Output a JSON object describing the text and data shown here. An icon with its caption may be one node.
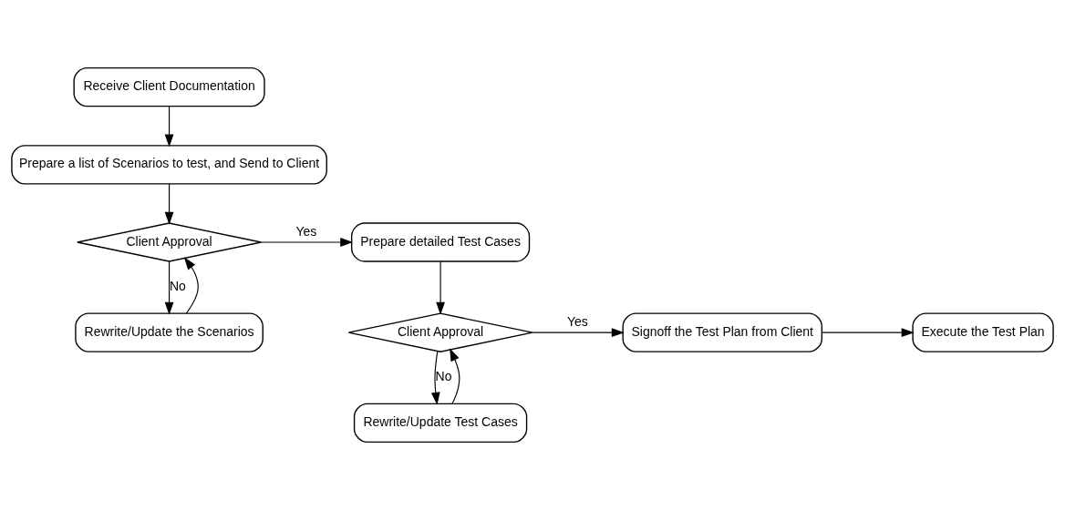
{
  "diagram": {
    "nodes": [
      {
        "text": [
          "Receive Client Documentation"
        ]
      },
      {
        "text": [
          "Prepare a list of Scenarios to test, and Send to Client"
        ]
      },
      {
        "text": [
          "Client Approval"
        ]
      },
      {
        "text": [
          "Rewrite/Update the Scenarios"
        ]
      },
      {
        "text": [
          "Prepare detailed Test Cases"
        ]
      },
      {
        "text": [
          "Client Approval"
        ]
      },
      {
        "text": [
          "Rewrite/Update Test Cases"
        ]
      },
      {
        "text": [
          "Signoff the Test Plan from Client"
        ]
      },
      {
        "text": [
          "Execute the Test Plan"
        ]
      }
    ],
    "edges": [
      {
        "from": 0,
        "to": 1,
        "arrow": "to"
      },
      {
        "from": 1,
        "to": 2,
        "arrow": "to"
      },
      {
        "from": 2,
        "to": 4,
        "arrow": "to",
        "label": "Yes"
      },
      {
        "from": 2,
        "to": 3,
        "arrow": "to",
        "label": "No"
      },
      {
        "from": 3,
        "to": 2,
        "arrow": "to"
      },
      {
        "from": 4,
        "to": 5,
        "arrow": "to"
      },
      {
        "from": 5,
        "to": 7,
        "arrow": "to",
        "label": "Yes"
      },
      {
        "from": 5,
        "to": 6,
        "arrow": "to",
        "label": "No"
      },
      {
        "from": 6,
        "to": 5,
        "arrow": "to"
      },
      {
        "from": 7,
        "to": 8,
        "arrow": "to"
      }
    ]
  }
}
